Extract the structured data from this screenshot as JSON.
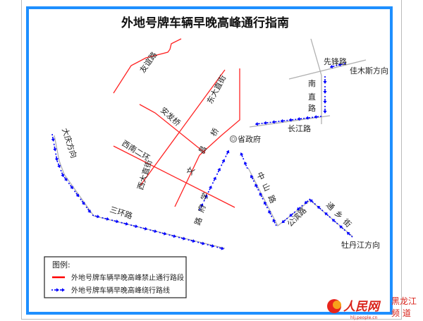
{
  "title": "外地号牌车辆早晚高峰通行指南",
  "roads": {
    "youyi": "友谊路",
    "dongdazhi": "东大直街",
    "anfa": "安发桥",
    "xinan_erhuan": "西南二环",
    "xidazhi": "西大直街",
    "wenchang": [
      "文",
      "昌",
      "桥"
    ],
    "xianfeng": "先锋路",
    "nanzhi": [
      "南",
      "直",
      "路"
    ],
    "changjiang": "长江路",
    "sanhuan": "三环路",
    "xuefu": [
      "路",
      "府",
      "学"
    ],
    "zhongshan": [
      "中",
      "山",
      "路"
    ],
    "gongbin": "公滨路",
    "tongxiang": [
      "通",
      "乡",
      "街"
    ]
  },
  "places": {
    "government": "省政府",
    "jiamusi": "佳木斯方向",
    "daqing": "大庆方向",
    "mudanjiang": "牡丹江方向"
  },
  "legend": {
    "title": "图例:",
    "items": [
      {
        "label": "外地号牌车辆早晚高峰禁止通行路段",
        "color": "#ff0000",
        "style": "solid-line"
      },
      {
        "label": "外地号牌车辆早晚高峰绕行路线",
        "color": "#0000ff",
        "style": "dashed-arrow"
      }
    ]
  },
  "logo": {
    "brand": "人民网",
    "channel_line1": "黑龙江",
    "channel_line2": "频 道",
    "url": "hlj.people.cn"
  },
  "colors": {
    "frame": "#1e8fff",
    "restricted": "#ff0000",
    "detour": "#0000ff",
    "road": "#b0b0b0"
  }
}
